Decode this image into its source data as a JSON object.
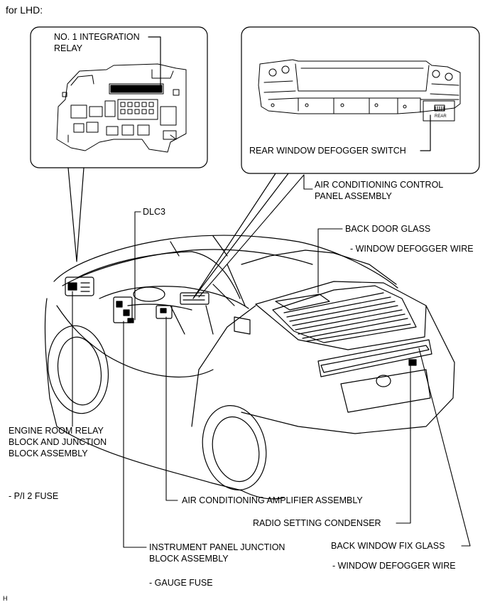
{
  "header": {
    "text": "for LHD:"
  },
  "callouts": {
    "integration_relay": {
      "line1": "NO. 1 INTEGRATION",
      "line2": "RELAY"
    },
    "rear_defogger_switch": "REAR WINDOW DEFOGGER SWITCH",
    "ac_control_panel": {
      "line1": "AIR CONDITIONING CONTROL",
      "line2": "PANEL ASSEMBLY"
    },
    "dlc3": "DLC3",
    "back_door_glass": "BACK DOOR GLASS",
    "back_door_wire": "- WINDOW DEFOGGER WIRE",
    "engine_room_block": {
      "line1": "ENGINE ROOM RELAY",
      "line2": "BLOCK AND JUNCTION",
      "line3": "BLOCK ASSEMBLY"
    },
    "pi2_fuse": "- P/I 2 FUSE",
    "ac_amplifier": "AIR CONDITIONING AMPLIFIER ASSEMBLY",
    "radio_condenser": "RADIO SETTING CONDENSER",
    "ip_junction_block": {
      "line1": "INSTRUMENT PANEL JUNCTION",
      "line2": "BLOCK ASSEMBLY"
    },
    "gauge_fuse": "- GAUGE FUSE",
    "back_window_fix_glass": "BACK WINDOW FIX GLASS",
    "fix_glass_wire": "-  WINDOW DEFOGGER WIRE"
  },
  "switch_button_label": "REAR",
  "footer": {
    "code": "H"
  }
}
